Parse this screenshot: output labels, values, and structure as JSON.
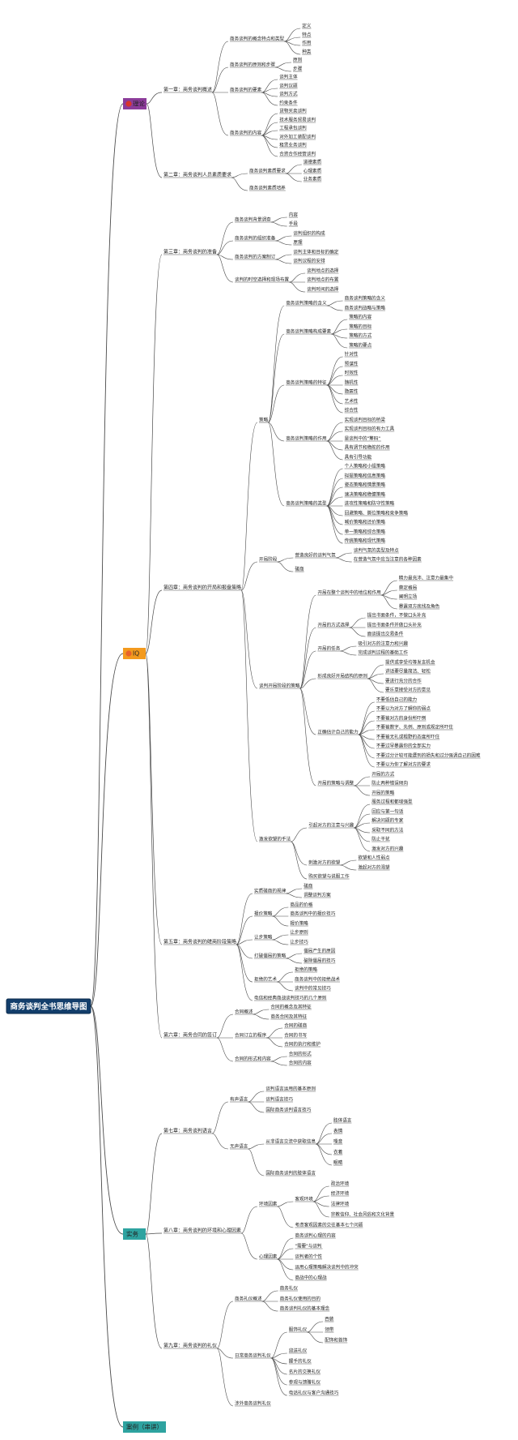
{
  "root": {
    "title": "商务谈判全书思维导图"
  },
  "branches": [
    {
      "label": "理论",
      "color": "#8c3c9a",
      "icon": "red-circle-icon",
      "children": [
        {
          "label": "第一章：商务谈判概述",
          "children": [
            {
              "label": "商务谈判的概念特点和类型",
              "children": [
                {
                  "label": "定义"
                },
                {
                  "label": "特点"
                },
                {
                  "label": "作用"
                },
                {
                  "label": "种类"
                }
              ]
            },
            {
              "label": "商务谈判的原则和步骤",
              "children": [
                {
                  "label": "原则"
                },
                {
                  "label": "步骤"
                }
              ]
            },
            {
              "label": "商务谈判的要素",
              "children": [
                {
                  "label": "谈判主体"
                },
                {
                  "label": "谈判议题"
                },
                {
                  "label": "谈判方式"
                },
                {
                  "label": "约束条件"
                }
              ]
            },
            {
              "label": "商务谈判的内容",
              "children": [
                {
                  "label": "货物买卖谈判"
                },
                {
                  "label": "技术服务贸易谈判"
                },
                {
                  "label": "工程承包谈判"
                },
                {
                  "label": "对外加工装配谈判"
                },
                {
                  "label": "租赁业务谈判"
                },
                {
                  "label": "合资合作经营谈判"
                }
              ]
            }
          ]
        },
        {
          "label": "第二章：商务谈判人员素质要求",
          "children": [
            {
              "label": "商务谈判素质要求",
              "children": [
                {
                  "label": "道德素质"
                },
                {
                  "label": "心理素质"
                },
                {
                  "label": "业务素质"
                }
              ]
            },
            {
              "label": "商务谈判素质培养"
            }
          ]
        }
      ]
    },
    {
      "label": "IQ",
      "color": "#f39a1e",
      "icon": "orange-circle-icon",
      "children": [
        {
          "label": "第三章：商务谈判的准备",
          "children": [
            {
              "label": "商务谈判背景调查",
              "children": [
                {
                  "label": "内容"
                },
                {
                  "label": "手段"
                }
              ]
            },
            {
              "label": "商务谈判的组织准备",
              "children": [
                {
                  "label": "谈判组织的构成"
                },
                {
                  "label": "原理"
                }
              ]
            },
            {
              "label": "商务谈判的方案制订",
              "children": [
                {
                  "label": "谈判主体和目标的确定"
                },
                {
                  "label": "谈判议程的安排"
                }
              ]
            },
            {
              "label": "谈判的时空选择和现场布置",
              "children": [
                {
                  "label": "谈判地点的选择"
                },
                {
                  "label": "谈判地点的布置"
                },
                {
                  "label": "谈判时间的选择"
                }
              ]
            }
          ]
        },
        {
          "label": "第四章：商务谈判的开局和报盘策略",
          "children": [
            {
              "label": "策略",
              "children": [
                {
                  "label": "商务谈判策略的含义",
                  "children": [
                    {
                      "label": "商务谈判策略的含义"
                    },
                    {
                      "label": "商务谈判战略与策略"
                    }
                  ]
                },
                {
                  "label": "商务谈判策略构成要素",
                  "children": [
                    {
                      "label": "策略的内容"
                    },
                    {
                      "label": "策略的目标"
                    },
                    {
                      "label": "策略的方式"
                    },
                    {
                      "label": "策略的要点"
                    }
                  ]
                },
                {
                  "label": "商务谈判策略的特征",
                  "children": [
                    {
                      "label": "针对性"
                    },
                    {
                      "label": "预谋性"
                    },
                    {
                      "label": "时效性"
                    },
                    {
                      "label": "随机性"
                    },
                    {
                      "label": "隐匿性"
                    },
                    {
                      "label": "艺术性"
                    },
                    {
                      "label": "综合性"
                    }
                  ]
                },
                {
                  "label": "商务谈判策略的作用",
                  "children": [
                    {
                      "label": "实现谈判目标的桥梁"
                    },
                    {
                      "label": "实现谈判目标的有力工具"
                    },
                    {
                      "label": "是谈判中的\"筹码\""
                    },
                    {
                      "label": "具有调节和稳舵的作用"
                    },
                    {
                      "label": "具有引导功能"
                    }
                  ]
                },
                {
                  "label": "商务谈判策略的类型",
                  "children": [
                    {
                      "label": "个人策略和小组策略"
                    },
                    {
                      "label": "拟提策略和信息策略"
                    },
                    {
                      "label": "姿态策略和情景策略"
                    },
                    {
                      "label": "速决策略和稳健策略"
                    },
                    {
                      "label": "进攻性策略和防守性策略"
                    },
                    {
                      "label": "回避策略、撕位策略和竞争策略"
                    },
                    {
                      "label": "喊价策略和还价策略"
                    },
                    {
                      "label": "单一策略和综合策略"
                    },
                    {
                      "label": "传统策略和现代策略"
                    }
                  ]
                }
              ]
            },
            {
              "label": "开局阶段",
              "children": [
                {
                  "label": "营造良好的谈判气氛",
                  "children": [
                    {
                      "label": "谈判气氛的类型及特点"
                    },
                    {
                      "label": "在营造气氛中应当注意的各种因素"
                    }
                  ]
                },
                {
                  "label": "磋商"
                }
              ]
            },
            {
              "label": "谈判开局阶段的策略",
              "children": [
                {
                  "label": "开局在整个谈判中的地位和作用",
                  "children": [
                    {
                      "label": "精力最充沛、注意力最集中"
                    },
                    {
                      "label": "奠定格局"
                    },
                    {
                      "label": "阐明立场"
                    },
                    {
                      "label": "暴露双方底线及角色"
                    }
                  ]
                },
                {
                  "label": "开局的方式选择",
                  "children": [
                    {
                      "label": "提出书面条件，不做口头补充"
                    },
                    {
                      "label": "提出书面条件并做口头补充"
                    },
                    {
                      "label": "面谈提出交易条件"
                    }
                  ]
                },
                {
                  "label": "开局的任务",
                  "children": [
                    {
                      "label": "吸引对方的注意力和兴趣"
                    },
                    {
                      "label": "完成谈判过程的基础工作"
                    }
                  ]
                },
                {
                  "label": "形成良好开局结构的原则",
                  "children": [
                    {
                      "label": "提供或享受均等发言机会"
                    },
                    {
                      "label": "讲话要尽量简洁、轻松"
                    },
                    {
                      "label": "要进行充分的合作"
                    },
                    {
                      "label": "要乐意接受对方的意见"
                    }
                  ]
                },
                {
                  "label": "正确估计自己的能力",
                  "children": [
                    {
                      "label": "不要低估自己的能力"
                    },
                    {
                      "label": "不要以为对方了解你的弱点"
                    },
                    {
                      "label": "不要被对方的身份所吓倒"
                    },
                    {
                      "label": "不要被数字、先例、原则或规定所吓住"
                    },
                    {
                      "label": "不要被无礼或粗野的态度所吓住"
                    },
                    {
                      "label": "不要过早暴露你的全部实力"
                    },
                    {
                      "label": "不要过分计较可能遭到的损失和过分强调自己的困难"
                    },
                    {
                      "label": "不要以为你了解对方的要求"
                    }
                  ]
                },
                {
                  "label": "开局的策略与调整",
                  "children": [
                    {
                      "label": "开局的方式"
                    },
                    {
                      "label": "防止两种错误倾向"
                    },
                    {
                      "label": "开局的策略"
                    }
                  ]
                }
              ]
            },
            {
              "label": "激发欲望的手法",
              "children": [
                {
                  "label": "引起对方的注意与兴趣",
                  "children": [
                    {
                      "label": "服务过程和都增强型"
                    },
                    {
                      "label": "回应与第一句话"
                    },
                    {
                      "label": "解决问题的专家"
                    },
                    {
                      "label": "采取不同的方法"
                    },
                    {
                      "label": "防止干扰"
                    },
                    {
                      "label": "激发对方的兴趣"
                    }
                  ]
                },
                {
                  "label": "刺激对方的欲望",
                  "children": [
                    {
                      "label": "欲望和人性弱点"
                    },
                    {
                      "label": "激起对方的渴望"
                    }
                  ]
                },
                {
                  "label": "购买欲望与说服工作"
                }
              ]
            }
          ]
        },
        {
          "label": "第五章：商务谈判的磋商阶段策略",
          "children": [
            {
              "label": "实质磋商的规律",
              "children": [
                {
                  "label": "磋商"
                },
                {
                  "label": "调整谈判方案"
                }
              ]
            },
            {
              "label": "报价策略",
              "children": [
                {
                  "label": "商品的价格"
                },
                {
                  "label": "商务谈判中的报价技巧"
                },
                {
                  "label": "报价策略"
                }
              ]
            },
            {
              "label": "让步策略",
              "children": [
                {
                  "label": "让步原则"
                },
                {
                  "label": "让步技巧"
                }
              ]
            },
            {
              "label": "打破僵局的策略",
              "children": [
                {
                  "label": "僵局产生的原因"
                },
                {
                  "label": "破除僵局的技巧"
                }
              ]
            },
            {
              "label": "拒绝的艺术",
              "children": [
                {
                  "label": "拒绝的策略"
                },
                {
                  "label": "商务谈判中的拒绝战术"
                },
                {
                  "label": "谈判中的常见技巧"
                }
              ]
            },
            {
              "label": "电信和经典商战谈判技巧的几个原则"
            }
          ]
        },
        {
          "label": "第六章：商务合同的签订",
          "children": [
            {
              "label": "合同概述",
              "children": [
                {
                  "label": "合同的概念及其特征"
                },
                {
                  "label": "商务合同及其特征"
                }
              ]
            },
            {
              "label": "合同订立的程序",
              "children": [
                {
                  "label": "合同的磋商"
                },
                {
                  "label": "合同的书写"
                },
                {
                  "label": "合同的执行和维护"
                }
              ]
            },
            {
              "label": "合同的形式和内容",
              "children": [
                {
                  "label": "合同的形式"
                },
                {
                  "label": "合同的内容"
                }
              ]
            }
          ]
        }
      ]
    },
    {
      "label": "实务",
      "color": "#2ea3a0",
      "icon": "",
      "children": [
        {
          "label": "第七章：商务谈判语言",
          "children": [
            {
              "label": "有声语言",
              "children": [
                {
                  "label": "谈判语言运用的基本原则"
                },
                {
                  "label": "谈判语言技巧"
                },
                {
                  "label": "国际商务谈判语言技巧"
                }
              ]
            },
            {
              "label": "无声语言",
              "children": [
                {
                  "label": "从非语言交流中获取信息",
                  "children": [
                    {
                      "label": "肢体语言"
                    },
                    {
                      "label": "表情"
                    },
                    {
                      "label": "嗓音"
                    },
                    {
                      "label": "衣着"
                    },
                    {
                      "label": "眼睛"
                    }
                  ]
                },
                {
                  "label": "国际商务谈判的肢体语言"
                }
              ]
            }
          ]
        },
        {
          "label": "第八章：商务谈判的环境和心理因素",
          "children": [
            {
              "label": "环境因素",
              "children": [
                {
                  "label": "客观环境",
                  "children": [
                    {
                      "label": "政治环境"
                    },
                    {
                      "label": "经济环境"
                    },
                    {
                      "label": "法律环境"
                    },
                    {
                      "label": "宗教信仰、社会风俗和文化背景"
                    }
                  ]
                },
                {
                  "label": "考虑客观因素的交往基本七个问题"
                }
              ]
            },
            {
              "label": "心理因素",
              "children": [
                {
                  "label": "商务谈判心理的内容"
                },
                {
                  "label": "\"需要\"与谈判"
                },
                {
                  "label": "谈判者的个性"
                },
                {
                  "label": "运用心理策略解决谈判中的冲突"
                },
                {
                  "label": "商战中的心理战"
                }
              ]
            }
          ]
        },
        {
          "label": "第九章：商务谈判的礼仪",
          "children": [
            {
              "label": "商务礼仪概述",
              "children": [
                {
                  "label": "商务礼仪"
                },
                {
                  "label": "商务礼仪使用的目的"
                },
                {
                  "label": "商务谈判礼仪的基本理念"
                }
              ]
            },
            {
              "label": "日常商务谈判礼仪",
              "children": [
                {
                  "label": "服饰礼仪",
                  "children": [
                    {
                      "label": "西装"
                    },
                    {
                      "label": "领带"
                    },
                    {
                      "label": "配饰和首饰"
                    }
                  ]
                },
                {
                  "label": "迎送礼仪"
                },
                {
                  "label": "握手的礼仪"
                },
                {
                  "label": "名片的交换礼仪"
                },
                {
                  "label": "参观与馈赠礼仪"
                },
                {
                  "label": "电话礼仪与客户沟通技巧"
                }
              ]
            },
            {
              "label": "涉外商务谈判礼仪"
            }
          ]
        }
      ]
    },
    {
      "label": "案例（串讲）",
      "color": "#2ea3a0",
      "icon": "",
      "children": []
    }
  ],
  "colors": {
    "line": "#4a4a4a",
    "root_bg": "#123e6b",
    "root_border": "#0d2c4d"
  }
}
